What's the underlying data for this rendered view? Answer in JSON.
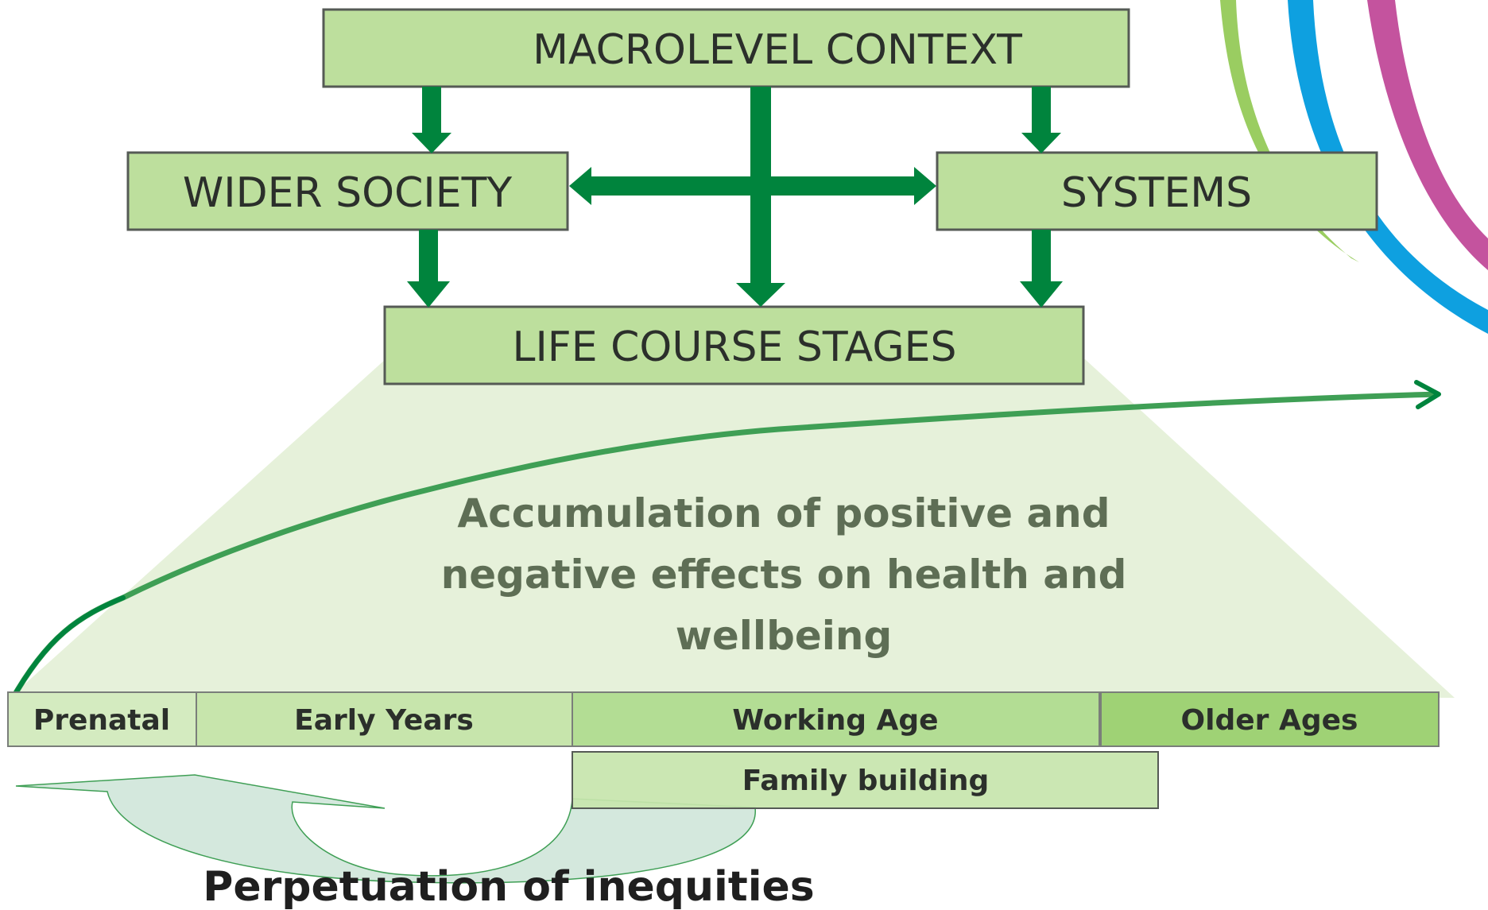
{
  "boxes": {
    "macro": "MACROLEVEL CONTEXT",
    "wider": "WIDER SOCIETY",
    "systems": "SYSTEMS",
    "lifecourse": "LIFE COURSE STAGES"
  },
  "accumulation": {
    "line1": "Accumulation of positive and",
    "line2": "negative effects on health and",
    "line3": "wellbeing"
  },
  "stages": {
    "prenatal": "Prenatal",
    "early": "Early Years",
    "working": "Working Age",
    "older": "Older Ages",
    "family": "Family building"
  },
  "perpetuation": "Perpetuation of inequities",
  "colors": {
    "box_fill": "#bddf9d",
    "box_border": "#555a55",
    "arrow_green": "#00843d",
    "trapezoid": "#e6f1da",
    "curve_green": "#3f9f55",
    "stage_light": "#d4ebc0",
    "stage_mid": "#b3dd94",
    "stage_dark": "#9fd275",
    "return_arrow": "#cfe6d9",
    "deco_green": "#9acd61",
    "deco_blue": "#0ea0e0",
    "deco_pink": "#c4539e"
  }
}
